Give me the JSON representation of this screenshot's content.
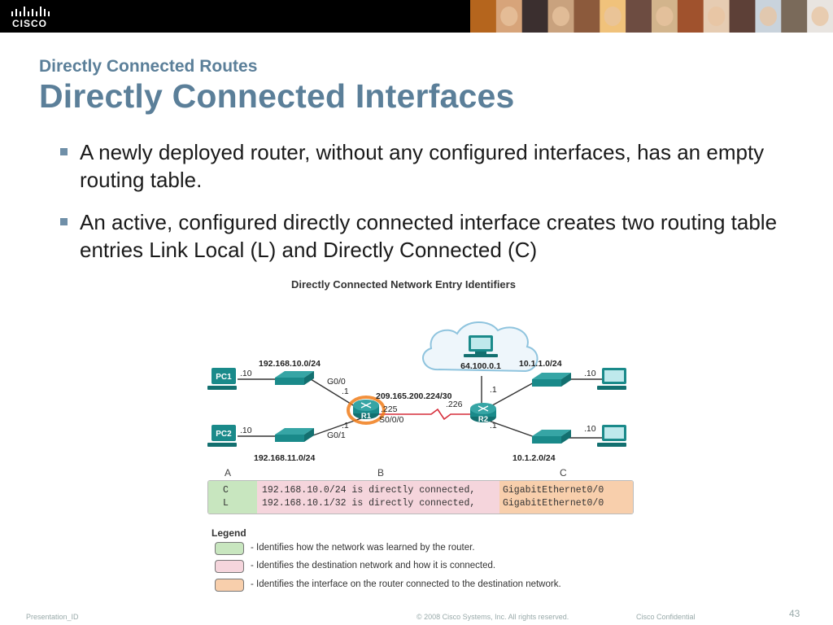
{
  "header": {
    "brand": "CISCO",
    "photo_colors": [
      "#b5651d",
      "#d7a47a",
      "#3b2f2f",
      "#c9a27e",
      "#8c5a3c",
      "#f0c27b",
      "#6d4c41",
      "#d2b48c",
      "#a0522d",
      "#e6ccb2",
      "#5d4037",
      "#c9d3dc",
      "#7a6a5a",
      "#e8e4e0"
    ]
  },
  "slide": {
    "subtitle": "Directly Connected Routes",
    "title": "Directly Connected Interfaces",
    "bullets": [
      "A newly deployed router, without any configured interfaces, has an empty routing table.",
      "An active, configured directly connected interface creates two routing table entries Link Local  (L) and Directly Connected (C)"
    ]
  },
  "figure": {
    "title": "Directly Connected Network Entry Identifiers",
    "net": {
      "cloud_ip": "64.100.0.1",
      "pc1": "PC1",
      "pc2": "PC2",
      "r1": "R1",
      "r2": "R2",
      "lan1": "192.168.10.0/24",
      "lan2": "192.168.11.0/24",
      "lan3": "10.1.1.0/24",
      "lan4": "10.1.2.0/24",
      "wan": "209.165.200.224/30",
      "pc1_host": ".10",
      "pc2_host": ".10",
      "r2_pc1_host": ".10",
      "r2_pc2_host": ".10",
      "g00": "G0/0",
      "g01": "G0/1",
      "r1_g00_ip": ".1",
      "r1_g01_ip": ".1",
      "r1_s0_ip": ".225",
      "r1_s0": "S0/0/0",
      "r2_s0_ip": ".226",
      "r2_lan3_ip": ".1",
      "r2_lan4_ip": ".1",
      "r1_highlight": "#f07d1a",
      "device_color": "#1a8a8a"
    },
    "col_labels": {
      "a": "A",
      "b": "B",
      "c": "C"
    },
    "routing_table": [
      {
        "code": "C",
        "network": "192.168.10.0/24 is directly connected,",
        "iface": "GigabitEthernet0/0"
      },
      {
        "code": "L",
        "network": "192.168.10.1/32 is directly connected,",
        "iface": "GigabitEthernet0/0"
      }
    ],
    "legend": {
      "title": "Legend",
      "items": [
        {
          "color": "#c8e6bf",
          "text": "- Identifies how the network was learned by the router."
        },
        {
          "color": "#f5d5dc",
          "text": "- Identifies the destination network and how it is connected."
        },
        {
          "color": "#f8cfac",
          "text": "- Identifies the interface on the router connected to the destination network."
        }
      ]
    }
  },
  "footer": {
    "left": "Presentation_ID",
    "copyright": "© 2008 Cisco Systems, Inc. All rights reserved.",
    "confidential": "Cisco Confidential",
    "page": "43"
  }
}
